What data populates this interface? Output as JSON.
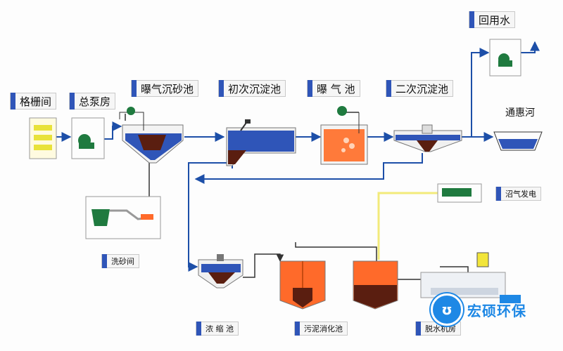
{
  "labels": {
    "screen_room": "格栅间",
    "pump_house": "总泵房",
    "aerated_grit": "曝气沉砂池",
    "primary_clarifier": "初次沉淀池",
    "aeration_tank": "曝  气  池",
    "secondary_clarifier": "二次沉淀池",
    "reuse_water": "回用水",
    "river": "通惠河",
    "sand_washing": "洗砂间",
    "thickener": "浓 缩 池",
    "digester": "污泥消化池",
    "dewatering": "脱水机房",
    "biogas_generation": "沼气发电"
  },
  "logo": {
    "mark": "ʊ",
    "text": "宏硕环保"
  },
  "colors": {
    "water_blue": "#2f55b8",
    "sludge_dark": "#5a1e10",
    "sludge_orange": "#ff6a2a",
    "aeration_orange": "#ff7a3a",
    "equipment_green": "#1f7a3f",
    "screen_yellow": "#e8e23a",
    "biogas_line": "#f2ea7a",
    "label_blue": "#2f55b8",
    "brand_blue": "#1e88e5"
  }
}
